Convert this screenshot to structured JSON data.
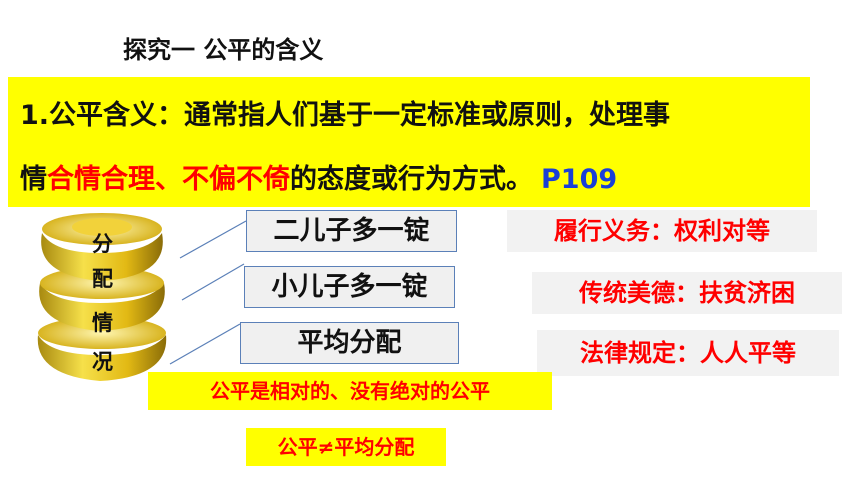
{
  "title": "探究一 公平的含义",
  "definition": {
    "line1": "1.公平含义：通常指人们基于一定标准或原则，处理事",
    "line2_start": "情",
    "line2_red1": "合情合理",
    "line2_sep": "、",
    "line2_red2": "不偏不倚",
    "line2_end": "的态度或行为方式。",
    "page_ref": "P109"
  },
  "distribution_label": [
    "分",
    "配",
    "情",
    "况"
  ],
  "options": [
    "二儿子多一锭",
    "小儿子多一锭",
    "平均分配"
  ],
  "reasons": [
    "履行义务：权利对等",
    "传统美德：扶贫济困",
    "法律规定：人人平等"
  ],
  "conclusions": [
    "公平是相对的、没有绝对的公平",
    "公平≠平均分配"
  ],
  "colors": {
    "highlight": "#ffff00",
    "emphasis": "#ff0000",
    "page_ref": "#1a3fd6",
    "box_border": "#5b80b8",
    "ingot": "#e8c21a"
  }
}
